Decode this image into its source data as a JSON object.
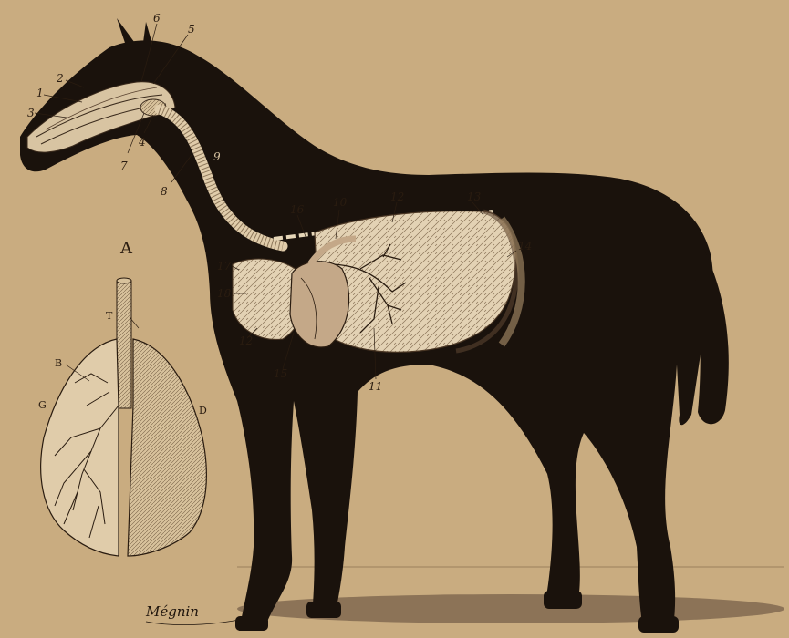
{
  "labels": {
    "n1": "1",
    "n2": "2",
    "n3": "3",
    "n4": "4",
    "n5": "5",
    "n6": "6",
    "n7": "7",
    "n8": "8",
    "n9": "9",
    "n10": "10",
    "n11": "11",
    "n12a": "12",
    "n12b": "12",
    "n13": "13",
    "n14": "14",
    "n15": "15",
    "n16": "16",
    "n17": "17",
    "n18": "18"
  },
  "inset": {
    "title": "A",
    "t": "T",
    "b": "B",
    "g": "G",
    "d": "D"
  },
  "signature": "Mégnin",
  "colors": {
    "paper": "#c9ac80",
    "ink": "#1a120c",
    "organ": "#e3d2b4",
    "organ_line": "#5a4330",
    "shadow": "#4a3a2a"
  }
}
